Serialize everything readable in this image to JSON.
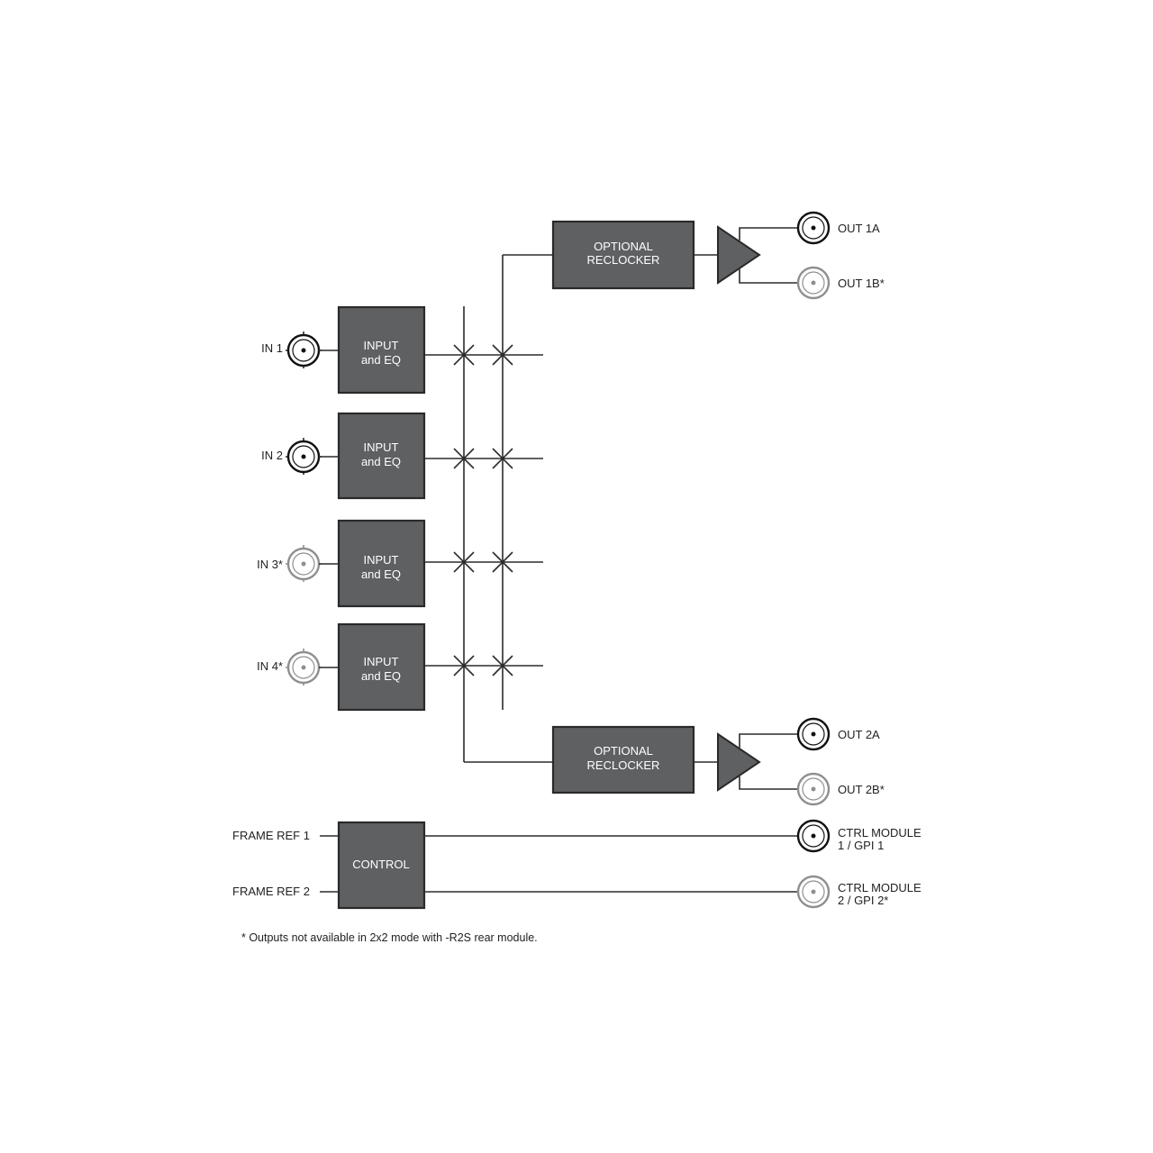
{
  "inputs": [
    {
      "label": "IN 1",
      "style": "dark"
    },
    {
      "label": "IN 2",
      "style": "dark"
    },
    {
      "label": "IN 3*",
      "style": "light"
    },
    {
      "label": "IN 4*",
      "style": "light"
    }
  ],
  "input_block": {
    "line1": "INPUT",
    "line2": "and EQ"
  },
  "reclocker": {
    "line1": "OPTIONAL",
    "line2": "RECLOCKER"
  },
  "outputs": {
    "out1a": {
      "label": "OUT 1A",
      "style": "dark"
    },
    "out1b": {
      "label": "OUT 1B*",
      "style": "light"
    },
    "out2a": {
      "label": "OUT 2A",
      "style": "dark"
    },
    "out2b": {
      "label": "OUT 2B*",
      "style": "light"
    }
  },
  "control": {
    "label": "CONTROL",
    "frame_ref_1": "FRAME REF 1",
    "frame_ref_2": "FRAME REF 2",
    "ctrl1": {
      "line1": "CTRL MODULE",
      "line2": "1 / GPI 1",
      "style": "dark"
    },
    "ctrl2": {
      "line1": "CTRL MODULE",
      "line2": "2 / GPI 2*",
      "style": "light"
    }
  },
  "footnote": "* Outputs not available in 2x2 mode with -R2S rear module."
}
